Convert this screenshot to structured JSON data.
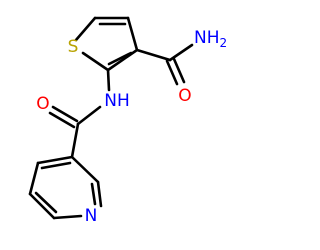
{
  "molecule": {
    "atoms": {
      "sulfur": {
        "text": "S",
        "color": "#b8a200"
      },
      "amide_n_nh2": {
        "text": "NH2",
        "main": "NH",
        "sub": "2",
        "color": "#0000ff"
      },
      "amide_o_top": {
        "text": "O",
        "color": "#ff0000"
      },
      "amide_nh": {
        "text": "NH",
        "color": "#0000ff"
      },
      "amide_o_left": {
        "text": "O",
        "color": "#ff0000"
      },
      "pyridine_n": {
        "text": "N",
        "color": "#0000ff"
      }
    },
    "bond_color": "#000000"
  }
}
